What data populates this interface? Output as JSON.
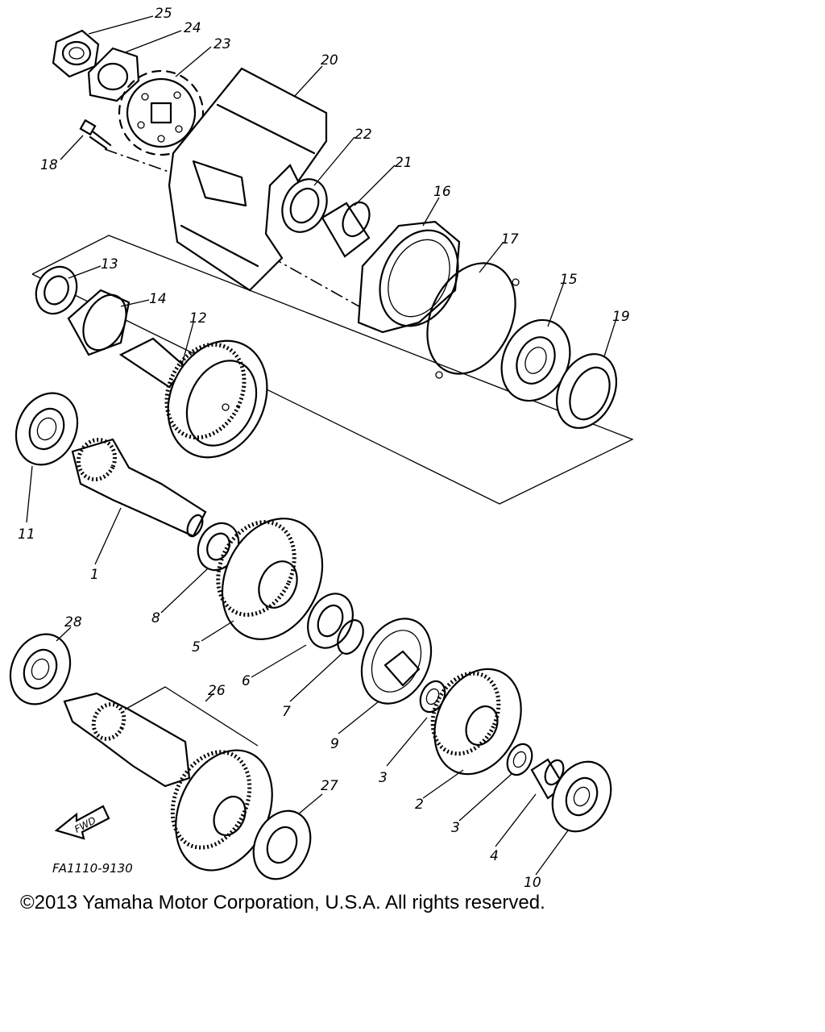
{
  "diagram": {
    "figure_code": "FA1110-9130",
    "fwd_label": "FWD",
    "callouts": [
      "1",
      "2",
      "3",
      "3",
      "4",
      "5",
      "6",
      "7",
      "8",
      "9",
      "10",
      "11",
      "12",
      "13",
      "14",
      "15",
      "16",
      "17",
      "18",
      "19",
      "20",
      "21",
      "22",
      "23",
      "24",
      "25",
      "26",
      "27",
      "28"
    ]
  },
  "footer": {
    "copyright": "©2013 Yamaha Motor Corporation, U.S.A. All rights reserved."
  }
}
